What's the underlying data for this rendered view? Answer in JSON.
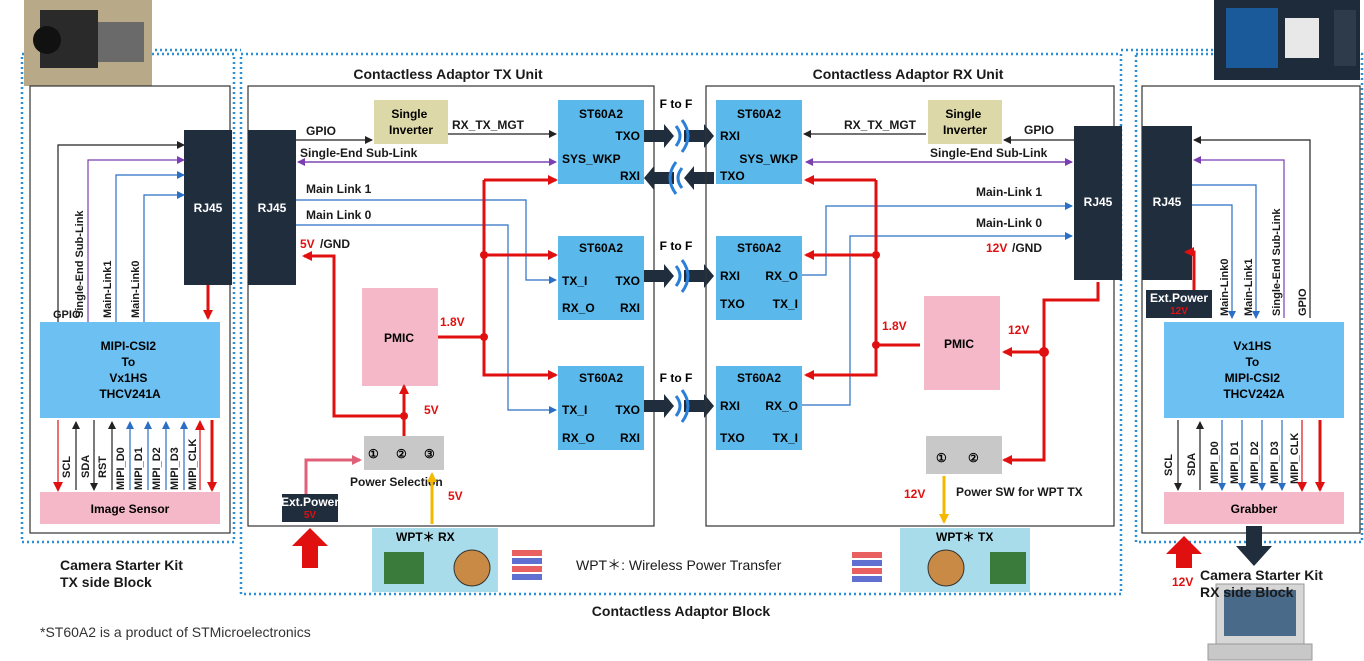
{
  "tx_unit_title": "Contactless Adaptor TX Unit",
  "rx_unit_title": "Contactless Adaptor RX Unit",
  "adaptor_block_label": "Contactless Adaptor Block",
  "tx_side_block_label": [
    "Camera Starter Kit",
    "TX side Block"
  ],
  "rx_side_block_label": [
    "Camera Starter Kit",
    "RX side Block"
  ],
  "footnote": "*ST60A2 is a product of STMicroelectronics",
  "wpt_legend": "WPT＊: Wireless Power Transfer",
  "rj45": "RJ45",
  "pmic": "PMIC",
  "single_inverter": [
    "Single",
    "Inverter"
  ],
  "f_to_f": "F to F",
  "st60a2": "ST60A2",
  "tx_side": {
    "bridge": [
      "MIPI-CSI2",
      "To",
      "Vx1HS",
      "THCV241A"
    ],
    "sensor": "Image Sensor",
    "up_labels": [
      "GPIO",
      "Single-End Sub-Link",
      "Main-Link1",
      "Main-Link0"
    ],
    "bus_labels": [
      "SCL",
      "SDA",
      "RST",
      "MIPI_D0",
      "MIPI_D1",
      "MIPI_D2",
      "MIPI_D3",
      "MIPI_CLK"
    ],
    "ext_power": [
      "Ext.Power",
      "5V"
    ]
  },
  "rx_side": {
    "bridge": [
      "Vx1HS",
      "To",
      "MIPI-CSI2",
      "THCV242A"
    ],
    "grabber": "Grabber",
    "up_labels": [
      "Main-Link0",
      "Main-Link1",
      "Single-End Sub-Link",
      "GPIO"
    ],
    "bus_labels": [
      "SCL",
      "SDA",
      "MIPI_D0",
      "MIPI_D1",
      "MIPI_D2",
      "MIPI_D3",
      "MIPI_CLK"
    ],
    "ext_power": [
      "Ext.Power",
      "12V"
    ],
    "voltage": "12V"
  },
  "tx_unit": {
    "signals": [
      "GPIO",
      "Single-End Sub-Link",
      "Main Link 1",
      "Main Link 0",
      "RX_TX_MGT"
    ],
    "power_gnd": [
      "5V",
      "/GND"
    ],
    "pmic_out": "1.8V",
    "pmic_in": "5V",
    "selection_pins": [
      "①",
      "②",
      "③"
    ],
    "selection_label": "Power Selection",
    "wpt_voltage": "5V",
    "wpt_box": "WPT＊ RX",
    "chip1_pins": [
      "TXO",
      "SYS_WKP",
      "RXI"
    ],
    "chip_pins": [
      "TX_I",
      "TXO",
      "RX_O",
      "RXI"
    ]
  },
  "rx_unit": {
    "signals": [
      "GPIO",
      "Single-End Sub-Link",
      "Main-Link 1",
      "Main-Link 0",
      "RX_TX_MGT"
    ],
    "power_gnd": [
      "12V",
      "/GND"
    ],
    "pmic_out": "1.8V",
    "pmic_in": "12V",
    "switch_pins": [
      "①",
      "②"
    ],
    "switch_label": "Power SW for WPT TX",
    "wpt_voltage": "12V",
    "wpt_box": "WPT＊ TX",
    "chip1_pins": [
      "RXI",
      "SYS_WKP",
      "TXO"
    ],
    "chip_pins": [
      "RXI",
      "RX_O",
      "TXO",
      "TX_I"
    ]
  },
  "colors": {
    "dark": "#1f2d3d",
    "chip": "#5bb8ea",
    "bridge": "#6dc1f2",
    "pmic": "#f4b8c8",
    "inverter": "#ddd8a8",
    "power_arrow": "#e01010",
    "wpt_arrow": "#f5b800",
    "dotted": "#2b8fd6",
    "link_line": "#2a7fcf",
    "sublink": "#7a3fb0"
  }
}
